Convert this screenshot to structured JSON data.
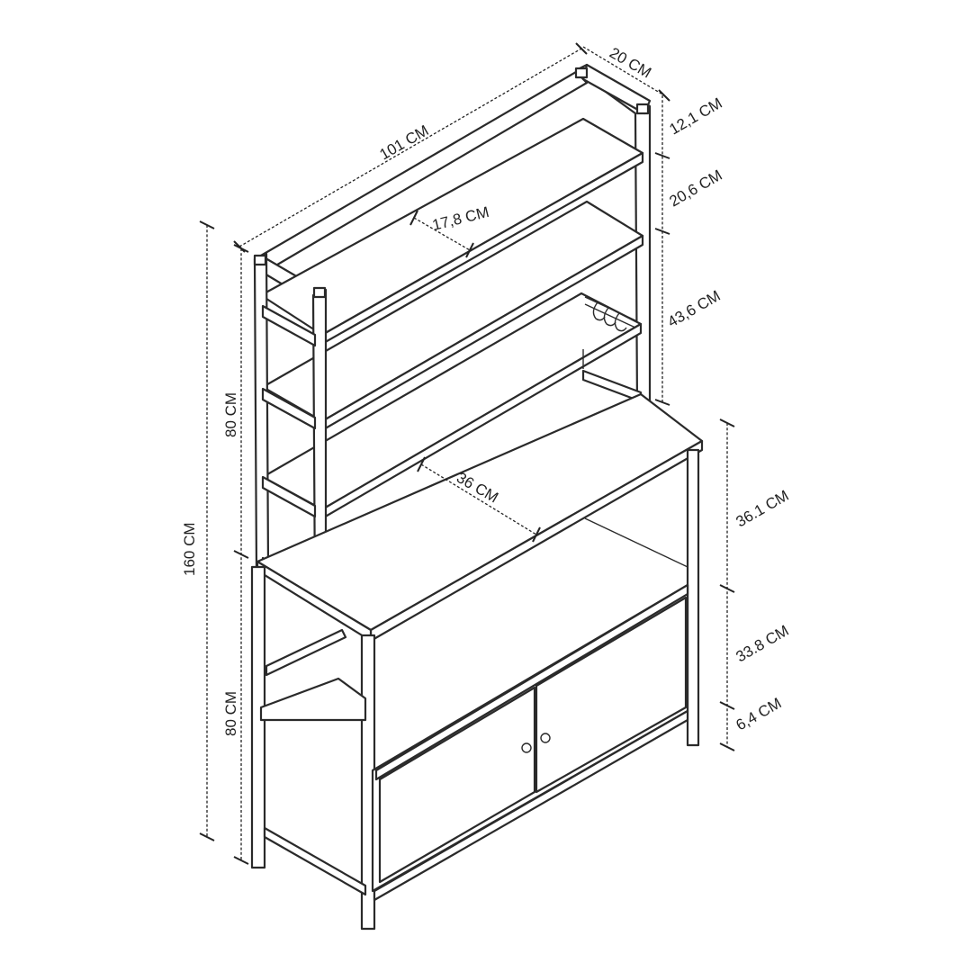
{
  "diagram": {
    "labels": {
      "depth_top": "20 CM",
      "width_top": "101 CM",
      "top_gap": "12,1 CM",
      "second_gap": "20,6 CM",
      "hutch_shelf_depth": "17,8 CM",
      "hutch_lower_gap": "43,6 CM",
      "total_height": "160 CM",
      "upper_height": "80 CM",
      "lower_height": "80 CM",
      "counter_depth": "36 CM",
      "counter_gap": "36.1 CM",
      "cabinet_height": "33.8 CM",
      "leg_height": "6,4 CM"
    },
    "colors": {
      "line": "#2a2a2a",
      "background": "#ffffff"
    }
  }
}
